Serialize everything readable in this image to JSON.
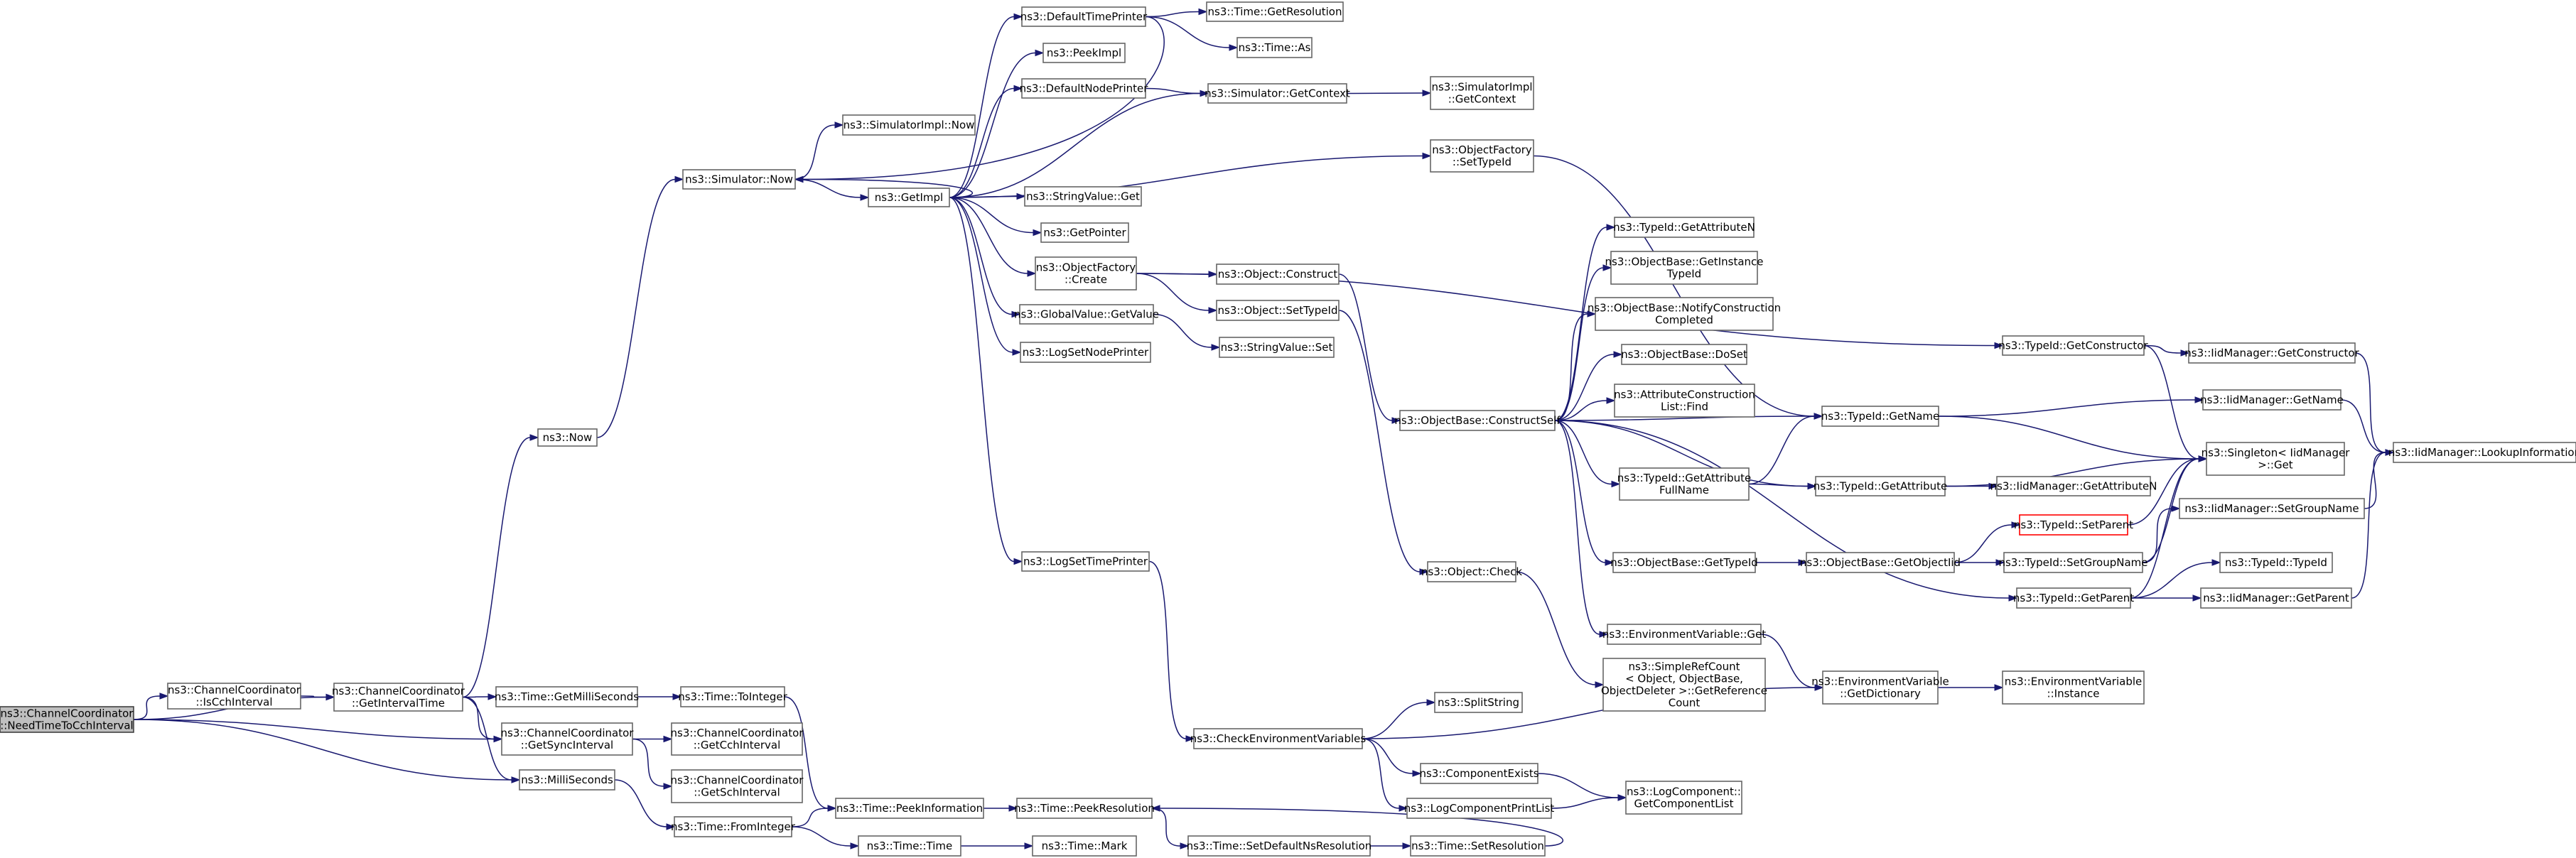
{
  "nodes": [
    {
      "id": "root",
      "lines": [
        "ns3::ChannelCoordinator",
        "::NeedTimeToCchInterval"
      ],
      "style": "root"
    },
    {
      "id": "isCch",
      "lines": [
        "ns3::ChannelCoordinator",
        "::IsCchInterval"
      ]
    },
    {
      "id": "getInterval",
      "lines": [
        "ns3::ChannelCoordinator",
        "::GetIntervalTime"
      ]
    },
    {
      "id": "now",
      "lines": [
        "ns3::Now"
      ]
    },
    {
      "id": "simNow",
      "lines": [
        "ns3::Simulator::Now"
      ]
    },
    {
      "id": "simImplNow",
      "lines": [
        "ns3::SimulatorImpl::Now"
      ]
    },
    {
      "id": "getImpl",
      "lines": [
        "ns3::GetImpl"
      ]
    },
    {
      "id": "defTimePrinter",
      "lines": [
        "ns3::DefaultTimePrinter"
      ]
    },
    {
      "id": "timeGetRes",
      "lines": [
        "ns3::Time::GetResolution"
      ]
    },
    {
      "id": "timeAs",
      "lines": [
        "ns3::Time::As"
      ]
    },
    {
      "id": "peekImpl",
      "lines": [
        "ns3::PeekImpl"
      ]
    },
    {
      "id": "defNodePrinter",
      "lines": [
        "ns3::DefaultNodePrinter"
      ]
    },
    {
      "id": "simGetContext",
      "lines": [
        "ns3::Simulator::GetContext"
      ]
    },
    {
      "id": "simImplGetContext",
      "lines": [
        "ns3::SimulatorImpl",
        "::GetContext"
      ]
    },
    {
      "id": "objFactSetTypeId",
      "lines": [
        "ns3::ObjectFactory",
        "::SetTypeId"
      ]
    },
    {
      "id": "strValGet",
      "lines": [
        "ns3::StringValue::Get"
      ]
    },
    {
      "id": "getPointer",
      "lines": [
        "ns3::GetPointer"
      ]
    },
    {
      "id": "objFactCreate",
      "lines": [
        "ns3::ObjectFactory",
        "::Create"
      ]
    },
    {
      "id": "objConstruct",
      "lines": [
        "ns3::Object::Construct"
      ]
    },
    {
      "id": "objSetTypeId",
      "lines": [
        "ns3::Object::SetTypeId"
      ]
    },
    {
      "id": "gvGetValue",
      "lines": [
        "ns3::GlobalValue::GetValue"
      ]
    },
    {
      "id": "strValSet",
      "lines": [
        "ns3::StringValue::Set"
      ]
    },
    {
      "id": "logSetNodePrinter",
      "lines": [
        "ns3::LogSetNodePrinter"
      ]
    },
    {
      "id": "logSetTimePrinter",
      "lines": [
        "ns3::LogSetTimePrinter"
      ]
    },
    {
      "id": "objCheck",
      "lines": [
        "ns3::Object::Check"
      ]
    },
    {
      "id": "constructSelf",
      "lines": [
        "ns3::ObjectBase::ConstructSelf"
      ]
    },
    {
      "id": "tidGetAttrN",
      "lines": [
        "ns3::TypeId::GetAttributeN"
      ]
    },
    {
      "id": "obGetInstTid",
      "lines": [
        "ns3::ObjectBase::GetInstance",
        "TypeId"
      ]
    },
    {
      "id": "obNotify",
      "lines": [
        "ns3::ObjectBase::NotifyConstruction",
        "Completed"
      ]
    },
    {
      "id": "obDoSet",
      "lines": [
        "ns3::ObjectBase::DoSet"
      ]
    },
    {
      "id": "attrConstrFind",
      "lines": [
        "ns3::AttributeConstruction",
        "List::Find"
      ]
    },
    {
      "id": "tidGetName",
      "lines": [
        "ns3::TypeId::GetName"
      ]
    },
    {
      "id": "tidGetAttrFull",
      "lines": [
        "ns3::TypeId::GetAttribute",
        "FullName"
      ]
    },
    {
      "id": "tidGetAttr",
      "lines": [
        "ns3::TypeId::GetAttribute"
      ]
    },
    {
      "id": "iidGetAttrN",
      "lines": [
        "ns3::IidManager::GetAttributeN"
      ]
    },
    {
      "id": "tidSetParent",
      "lines": [
        "ns3::TypeId::SetParent"
      ],
      "style": "red"
    },
    {
      "id": "obGetTypeId",
      "lines": [
        "ns3::ObjectBase::GetTypeId"
      ]
    },
    {
      "id": "obGetObjectTid",
      "lines": [
        "ns3::ObjectBase::GetObjectIid"
      ]
    },
    {
      "id": "tidSetGroupName",
      "lines": [
        "ns3::TypeId::SetGroupName"
      ]
    },
    {
      "id": "tidGetParent",
      "lines": [
        "ns3::TypeId::GetParent"
      ]
    },
    {
      "id": "tidGetConstructor",
      "lines": [
        "ns3::TypeId::GetConstructor"
      ]
    },
    {
      "id": "iidGetConstructor",
      "lines": [
        "ns3::IidManager::GetConstructor"
      ]
    },
    {
      "id": "iidGetName",
      "lines": [
        "ns3::IidManager::GetName"
      ]
    },
    {
      "id": "singletonGet",
      "lines": [
        "ns3::Singleton< IidManager",
        " >::Get"
      ]
    },
    {
      "id": "iidSetGroupName",
      "lines": [
        "ns3::IidManager::SetGroupName"
      ]
    },
    {
      "id": "tidTypeId",
      "lines": [
        "ns3::TypeId::TypeId"
      ]
    },
    {
      "id": "iidGetParent",
      "lines": [
        "ns3::IidManager::GetParent"
      ]
    },
    {
      "id": "iidLookup",
      "lines": [
        "ns3::IidManager::LookupInformation"
      ]
    },
    {
      "id": "envGet",
      "lines": [
        "ns3::EnvironmentVariable::Get"
      ]
    },
    {
      "id": "simpleRef",
      "lines": [
        "ns3::SimpleRefCount",
        "< Object, ObjectBase,",
        " ObjectDeleter >::GetReference",
        "Count"
      ]
    },
    {
      "id": "envGetDict",
      "lines": [
        "ns3::EnvironmentVariable",
        "::GetDictionary"
      ]
    },
    {
      "id": "envInstance",
      "lines": [
        "ns3::EnvironmentVariable",
        "::Instance"
      ]
    },
    {
      "id": "splitString",
      "lines": [
        "ns3::SplitString"
      ]
    },
    {
      "id": "checkEnv",
      "lines": [
        "ns3::CheckEnvironmentVariables"
      ]
    },
    {
      "id": "compExists",
      "lines": [
        "ns3::ComponentExists"
      ]
    },
    {
      "id": "logCompPrint",
      "lines": [
        "ns3::LogComponentPrintList"
      ]
    },
    {
      "id": "logCompGetList",
      "lines": [
        "ns3::LogComponent::",
        "GetComponentList"
      ]
    },
    {
      "id": "timeGetMs",
      "lines": [
        "ns3::Time::GetMilliSeconds"
      ]
    },
    {
      "id": "timeToInt",
      "lines": [
        "ns3::Time::ToInteger"
      ]
    },
    {
      "id": "ccGetSync",
      "lines": [
        "ns3::ChannelCoordinator",
        "::GetSyncInterval"
      ]
    },
    {
      "id": "ccGetCch",
      "lines": [
        "ns3::ChannelCoordinator",
        "::GetCchInterval"
      ]
    },
    {
      "id": "ccGetSch",
      "lines": [
        "ns3::ChannelCoordinator",
        "::GetSchInterval"
      ]
    },
    {
      "id": "milliSeconds",
      "lines": [
        "ns3::MilliSeconds"
      ]
    },
    {
      "id": "timeFromInt",
      "lines": [
        "ns3::Time::FromInteger"
      ]
    },
    {
      "id": "timePeekInfo",
      "lines": [
        "ns3::Time::PeekInformation"
      ]
    },
    {
      "id": "timePeekRes",
      "lines": [
        "ns3::Time::PeekResolution"
      ]
    },
    {
      "id": "timeTime",
      "lines": [
        "ns3::Time::Time"
      ]
    },
    {
      "id": "timeMark",
      "lines": [
        "ns3::Time::Mark"
      ]
    },
    {
      "id": "timeSetDefNs",
      "lines": [
        "ns3::Time::SetDefaultNsResolution"
      ]
    },
    {
      "id": "timeSetRes",
      "lines": [
        "ns3::Time::SetResolution"
      ]
    }
  ],
  "edges": [
    [
      "root",
      "isCch"
    ],
    [
      "root",
      "getInterval"
    ],
    [
      "root",
      "ccGetSync"
    ],
    [
      "root",
      "milliSeconds"
    ],
    [
      "isCch",
      "getInterval"
    ],
    [
      "getInterval",
      "now"
    ],
    [
      "getInterval",
      "timeGetMs"
    ],
    [
      "getInterval",
      "ccGetSync"
    ],
    [
      "getInterval",
      "milliSeconds"
    ],
    [
      "now",
      "simNow"
    ],
    [
      "simNow",
      "simImplNow"
    ],
    [
      "simNow",
      "getImpl"
    ],
    [
      "getImpl",
      "defTimePrinter"
    ],
    [
      "getImpl",
      "peekImpl"
    ],
    [
      "getImpl",
      "defNodePrinter"
    ],
    [
      "getImpl",
      "simGetContext"
    ],
    [
      "getImpl",
      "objFactSetTypeId"
    ],
    [
      "getImpl",
      "strValGet"
    ],
    [
      "getImpl",
      "getPointer"
    ],
    [
      "getImpl",
      "objFactCreate"
    ],
    [
      "getImpl",
      "gvGetValue"
    ],
    [
      "getImpl",
      "logSetNodePrinter"
    ],
    [
      "getImpl",
      "logSetTimePrinter"
    ],
    [
      "getImpl",
      "simNow"
    ],
    [
      "defTimePrinter",
      "timeGetRes"
    ],
    [
      "defTimePrinter",
      "timeAs"
    ],
    [
      "defTimePrinter",
      "simNow"
    ],
    [
      "defNodePrinter",
      "simGetContext"
    ],
    [
      "simGetContext",
      "simImplGetContext"
    ],
    [
      "objFactSetTypeId",
      "tidGetName"
    ],
    [
      "objFactCreate",
      "objConstruct"
    ],
    [
      "objFactCreate",
      "objSetTypeId"
    ],
    [
      "objFactCreate",
      "tidGetConstructor"
    ],
    [
      "objConstruct",
      "constructSelf"
    ],
    [
      "objSetTypeId",
      "objCheck"
    ],
    [
      "gvGetValue",
      "strValSet"
    ],
    [
      "logSetTimePrinter",
      "checkEnv"
    ],
    [
      "objCheck",
      "simpleRef"
    ],
    [
      "constructSelf",
      "tidGetAttrN"
    ],
    [
      "constructSelf",
      "obGetInstTid"
    ],
    [
      "constructSelf",
      "obNotify"
    ],
    [
      "constructSelf",
      "obDoSet"
    ],
    [
      "constructSelf",
      "attrConstrFind"
    ],
    [
      "constructSelf",
      "tidGetName"
    ],
    [
      "constructSelf",
      "tidGetAttrFull"
    ],
    [
      "constructSelf",
      "tidGetAttr"
    ],
    [
      "constructSelf",
      "obGetTypeId"
    ],
    [
      "constructSelf",
      "tidGetParent"
    ],
    [
      "constructSelf",
      "envGet"
    ],
    [
      "tidGetAttrFull",
      "tidGetName"
    ],
    [
      "tidGetAttrFull",
      "tidGetAttr"
    ],
    [
      "tidGetAttr",
      "iidGetAttrN"
    ],
    [
      "tidGetAttr",
      "singletonGet"
    ],
    [
      "tidGetName",
      "iidGetName"
    ],
    [
      "tidGetName",
      "singletonGet"
    ],
    [
      "obGetTypeId",
      "obGetObjectTid"
    ],
    [
      "obGetObjectTid",
      "tidSetParent"
    ],
    [
      "obGetObjectTid",
      "tidSetGroupName"
    ],
    [
      "tidSetGroupName",
      "iidSetGroupName"
    ],
    [
      "tidSetGroupName",
      "singletonGet"
    ],
    [
      "tidSetParent",
      "singletonGet"
    ],
    [
      "tidGetParent",
      "tidTypeId"
    ],
    [
      "tidGetParent",
      "iidGetParent"
    ],
    [
      "tidGetParent",
      "singletonGet"
    ],
    [
      "tidGetConstructor",
      "iidGetConstructor"
    ],
    [
      "tidGetConstructor",
      "singletonGet"
    ],
    [
      "iidGetConstructor",
      "iidLookup"
    ],
    [
      "iidGetName",
      "iidLookup"
    ],
    [
      "iidSetGroupName",
      "iidLookup"
    ],
    [
      "iidGetParent",
      "iidLookup"
    ],
    [
      "envGet",
      "envGetDict"
    ],
    [
      "envGetDict",
      "envInstance"
    ],
    [
      "checkEnv",
      "splitString"
    ],
    [
      "checkEnv",
      "compExists"
    ],
    [
      "checkEnv",
      "logCompPrint"
    ],
    [
      "checkEnv",
      "envGetDict"
    ],
    [
      "compExists",
      "logCompGetList"
    ],
    [
      "logCompPrint",
      "logCompGetList"
    ],
    [
      "timeGetMs",
      "timeToInt"
    ],
    [
      "timeToInt",
      "timePeekInfo"
    ],
    [
      "ccGetSync",
      "ccGetCch"
    ],
    [
      "ccGetSync",
      "ccGetSch"
    ],
    [
      "milliSeconds",
      "timeFromInt"
    ],
    [
      "timeFromInt",
      "timePeekInfo"
    ],
    [
      "timeFromInt",
      "timeTime"
    ],
    [
      "timePeekInfo",
      "timePeekRes"
    ],
    [
      "timeTime",
      "timeMark"
    ],
    [
      "timePeekRes",
      "timeSetDefNs"
    ],
    [
      "timeSetDefNs",
      "timeSetRes"
    ],
    [
      "timeSetRes",
      "timePeekRes"
    ]
  ]
}
